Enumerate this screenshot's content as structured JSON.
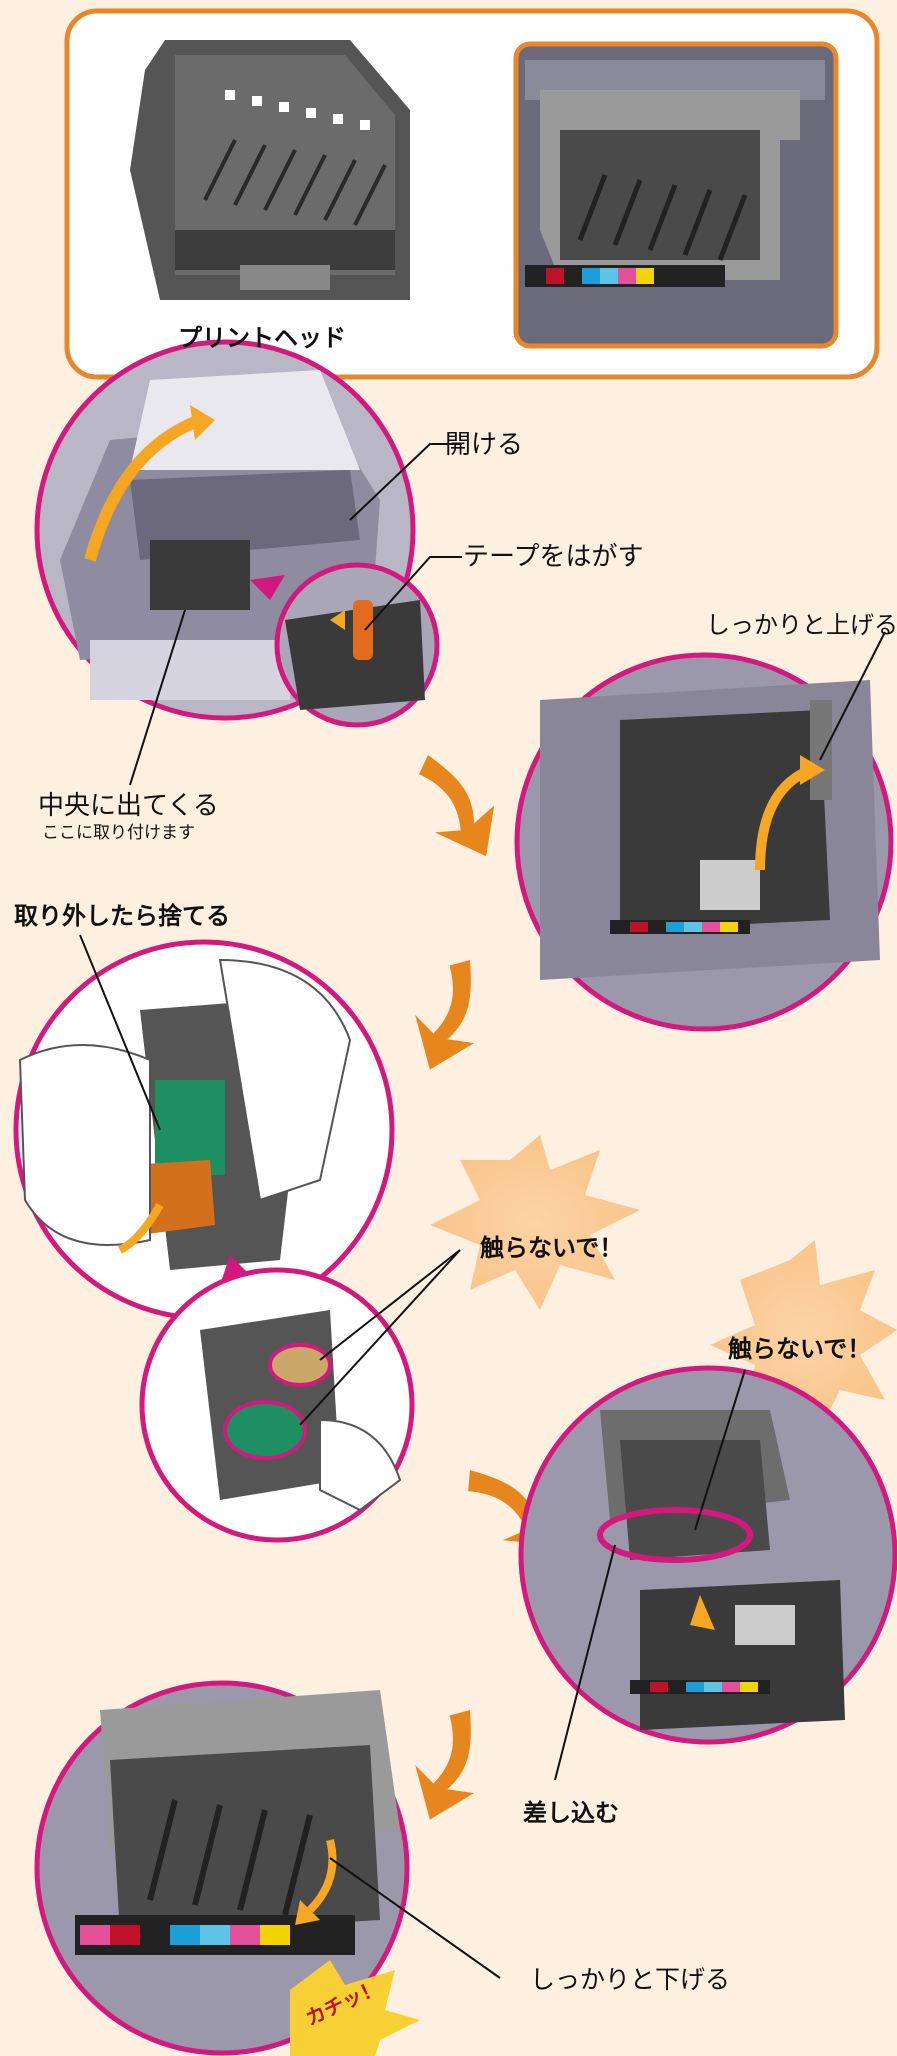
{
  "top_box": {
    "printhead_caption": "プリントヘッド"
  },
  "step1": {
    "open_label": "開ける",
    "tape_label": "テープをはがす",
    "center_label": "中央に出てくる",
    "center_sub": "ここに取り付けます"
  },
  "step2": {
    "lever_up_label": "しっかりと上げる"
  },
  "step3": {
    "remove_label": "取り外したら捨てる",
    "dont_touch_label": "触らないで！"
  },
  "step4": {
    "dont_touch_label": "触らないで！",
    "insert_label": "差し込む"
  },
  "step5": {
    "lever_down_label": "しっかりと下げる",
    "click_sound": "カチッ！"
  },
  "ink_colors": [
    "#222222",
    "#c0102a",
    "#222222",
    "#1c9fd8",
    "#5fc3e6",
    "#e5509a",
    "#f3d400"
  ],
  "colors": {
    "background": "#fdf0e1",
    "orange_border": "#e8862a",
    "magenta_circle": "#d4197e",
    "arrow_orange": "#e8861e"
  }
}
